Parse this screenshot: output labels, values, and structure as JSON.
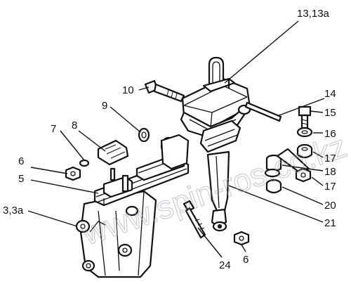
{
  "watermark": "www.spin-ros.co.kz",
  "callouts": {
    "c1": "13,13а",
    "c2": "10",
    "c3": "14",
    "c4": "9",
    "c5": "15",
    "c6": "7",
    "c7": "8",
    "c8": "16",
    "c9": "17",
    "c10": "6",
    "c11": "18",
    "c12": "5",
    "c13": "17",
    "c14": "3,3а",
    "c15": "20",
    "c16": "21",
    "c17": "24",
    "c18": "6"
  }
}
